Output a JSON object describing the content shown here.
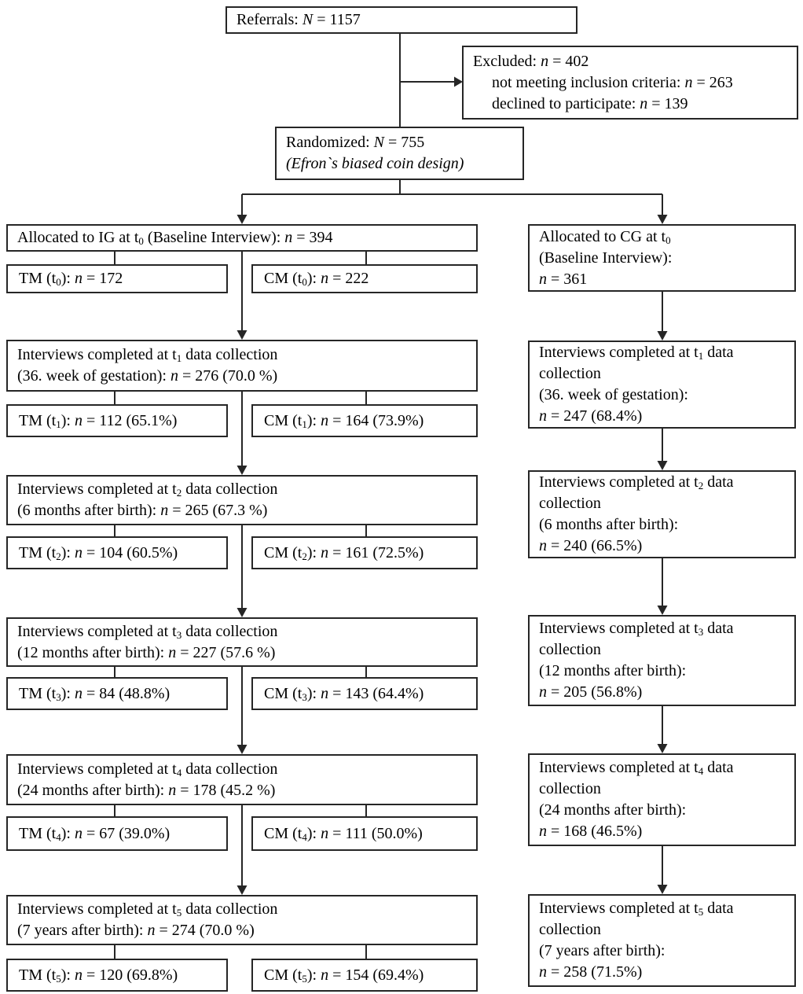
{
  "colors": {
    "line": "#262626",
    "background": "#ffffff",
    "text": "#000000"
  },
  "top": {
    "referrals": [
      {
        "seg": [
          {
            "t": "Referrals: "
          },
          {
            "t": "N",
            "i": 1
          },
          {
            "t": " = 1157"
          }
        ]
      }
    ],
    "excluded": [
      {
        "seg": [
          {
            "t": "Excluded: "
          },
          {
            "t": "n",
            "i": 1
          },
          {
            "t": " = 402"
          }
        ]
      },
      {
        "ind": 1,
        "seg": [
          {
            "t": "not meeting inclusion criteria: "
          },
          {
            "t": "n",
            "i": 1
          },
          {
            "t": " = 263"
          }
        ]
      },
      {
        "ind": 1,
        "seg": [
          {
            "t": "declined to participate: "
          },
          {
            "t": "n",
            "i": 1
          },
          {
            "t": " = 139"
          }
        ]
      }
    ],
    "randomized": [
      {
        "seg": [
          {
            "t": "Randomized: "
          },
          {
            "t": "N",
            "i": 1
          },
          {
            "t": " = 755"
          }
        ]
      },
      {
        "seg": [
          {
            "t": "(Efron`s biased coin design)",
            "i": 1
          }
        ]
      }
    ]
  },
  "ig": {
    "allocation": [
      {
        "seg": [
          {
            "t": "Allocated to IG at t"
          },
          {
            "t": "0",
            "s": 1
          },
          {
            "t": " (Baseline Interview): "
          },
          {
            "t": "n",
            "i": 1
          },
          {
            "t": " = 394"
          }
        ]
      }
    ],
    "t0_tm": [
      {
        "seg": [
          {
            "t": "TM (t"
          },
          {
            "t": "0",
            "s": 1
          },
          {
            "t": "): "
          },
          {
            "t": "n",
            "i": 1
          },
          {
            "t": " = 172"
          }
        ]
      }
    ],
    "t0_cm": [
      {
        "seg": [
          {
            "t": "CM (t"
          },
          {
            "t": "0",
            "s": 1
          },
          {
            "t": "): "
          },
          {
            "t": "n",
            "i": 1
          },
          {
            "t": " = 222"
          }
        ]
      }
    ],
    "rows": [
      {
        "main": [
          {
            "seg": [
              {
                "t": "Interviews completed at t"
              },
              {
                "t": "1",
                "s": 1
              },
              {
                "t": " data collection"
              }
            ]
          },
          {
            "seg": [
              {
                "t": "(36. week of gestation): "
              },
              {
                "t": "n",
                "i": 1
              },
              {
                "t": " = 276 (70.0 %)"
              }
            ]
          }
        ],
        "tm": [
          {
            "seg": [
              {
                "t": "TM (t"
              },
              {
                "t": "1",
                "s": 1
              },
              {
                "t": "): "
              },
              {
                "t": "n",
                "i": 1
              },
              {
                "t": " = 112 (65.1%)"
              }
            ]
          }
        ],
        "cm": [
          {
            "seg": [
              {
                "t": "CM (t"
              },
              {
                "t": "1",
                "s": 1
              },
              {
                "t": "): "
              },
              {
                "t": "n",
                "i": 1
              },
              {
                "t": " = 164 (73.9%)"
              }
            ]
          }
        ]
      },
      {
        "main": [
          {
            "seg": [
              {
                "t": "Interviews completed at t"
              },
              {
                "t": "2",
                "s": 1
              },
              {
                "t": " data collection"
              }
            ]
          },
          {
            "seg": [
              {
                "t": "(6 months after birth): "
              },
              {
                "t": "n",
                "i": 1
              },
              {
                "t": " = 265 (67.3 %)"
              }
            ]
          }
        ],
        "tm": [
          {
            "seg": [
              {
                "t": "TM (t"
              },
              {
                "t": "2",
                "s": 1
              },
              {
                "t": "): "
              },
              {
                "t": "n",
                "i": 1
              },
              {
                "t": " = 104 (60.5%)"
              }
            ]
          }
        ],
        "cm": [
          {
            "seg": [
              {
                "t": "CM (t"
              },
              {
                "t": "2",
                "s": 1
              },
              {
                "t": "): "
              },
              {
                "t": "n",
                "i": 1
              },
              {
                "t": " = 161 (72.5%)"
              }
            ]
          }
        ]
      },
      {
        "main": [
          {
            "seg": [
              {
                "t": "Interviews completed at t"
              },
              {
                "t": "3",
                "s": 1
              },
              {
                "t": " data collection"
              }
            ]
          },
          {
            "seg": [
              {
                "t": "(12 months after birth): "
              },
              {
                "t": "n",
                "i": 1
              },
              {
                "t": " = 227 (57.6 %)"
              }
            ]
          }
        ],
        "tm": [
          {
            "seg": [
              {
                "t": "TM (t"
              },
              {
                "t": "3",
                "s": 1
              },
              {
                "t": "): "
              },
              {
                "t": "n",
                "i": 1
              },
              {
                "t": " = 84 (48.8%)"
              }
            ]
          }
        ],
        "cm": [
          {
            "seg": [
              {
                "t": "CM (t"
              },
              {
                "t": "3",
                "s": 1
              },
              {
                "t": "): "
              },
              {
                "t": "n",
                "i": 1
              },
              {
                "t": " = 143 (64.4%)"
              }
            ]
          }
        ]
      },
      {
        "main": [
          {
            "seg": [
              {
                "t": "Interviews completed at t"
              },
              {
                "t": "4",
                "s": 1
              },
              {
                "t": " data collection"
              }
            ]
          },
          {
            "seg": [
              {
                "t": "(24 months after birth): "
              },
              {
                "t": "n",
                "i": 1
              },
              {
                "t": " = 178 (45.2 %)"
              }
            ]
          }
        ],
        "tm": [
          {
            "seg": [
              {
                "t": "TM (t"
              },
              {
                "t": "4",
                "s": 1
              },
              {
                "t": "): "
              },
              {
                "t": "n",
                "i": 1
              },
              {
                "t": " = 67 (39.0%)"
              }
            ]
          }
        ],
        "cm": [
          {
            "seg": [
              {
                "t": "CM (t"
              },
              {
                "t": "4",
                "s": 1
              },
              {
                "t": "): "
              },
              {
                "t": "n",
                "i": 1
              },
              {
                "t": " = 111 (50.0%)"
              }
            ]
          }
        ]
      },
      {
        "main": [
          {
            "seg": [
              {
                "t": "Interviews completed at t"
              },
              {
                "t": "5",
                "s": 1
              },
              {
                "t": " data collection"
              }
            ]
          },
          {
            "seg": [
              {
                "t": "(7 years after birth): "
              },
              {
                "t": "n",
                "i": 1
              },
              {
                "t": " = 274 (70.0 %)"
              }
            ]
          }
        ],
        "tm": [
          {
            "seg": [
              {
                "t": "TM (t"
              },
              {
                "t": "5",
                "s": 1
              },
              {
                "t": "): "
              },
              {
                "t": "n",
                "i": 1
              },
              {
                "t": " = 120 (69.8%)"
              }
            ]
          }
        ],
        "cm": [
          {
            "seg": [
              {
                "t": "CM (t"
              },
              {
                "t": "5",
                "s": 1
              },
              {
                "t": "): "
              },
              {
                "t": "n",
                "i": 1
              },
              {
                "t": " = 154 (69.4%)"
              }
            ]
          }
        ]
      }
    ]
  },
  "cg": {
    "allocation": [
      {
        "seg": [
          {
            "t": "Allocated to CG at t"
          },
          {
            "t": "0",
            "s": 1
          }
        ]
      },
      {
        "seg": [
          {
            "t": "(Baseline Interview):"
          }
        ]
      },
      {
        "seg": [
          {
            "t": "n",
            "i": 1
          },
          {
            "t": " = 361"
          }
        ]
      }
    ],
    "rows": [
      {
        "lines": [
          {
            "seg": [
              {
                "t": "Interviews completed at t"
              },
              {
                "t": "1",
                "s": 1
              },
              {
                "t": " data"
              }
            ]
          },
          {
            "seg": [
              {
                "t": "collection"
              }
            ]
          },
          {
            "seg": [
              {
                "t": "(36. week of gestation):"
              }
            ]
          },
          {
            "seg": [
              {
                "t": "n",
                "i": 1
              },
              {
                "t": " = 247 (68.4%)"
              }
            ]
          }
        ]
      },
      {
        "lines": [
          {
            "seg": [
              {
                "t": "Interviews completed at t"
              },
              {
                "t": "2",
                "s": 1
              },
              {
                "t": " data"
              }
            ]
          },
          {
            "seg": [
              {
                "t": "collection"
              }
            ]
          },
          {
            "seg": [
              {
                "t": "(6 months after birth):"
              }
            ]
          },
          {
            "seg": [
              {
                "t": "n",
                "i": 1
              },
              {
                "t": " = 240 (66.5%)"
              }
            ]
          }
        ]
      },
      {
        "lines": [
          {
            "seg": [
              {
                "t": "Interviews completed at t"
              },
              {
                "t": "3",
                "s": 1
              },
              {
                "t": " data"
              }
            ]
          },
          {
            "seg": [
              {
                "t": "collection"
              }
            ]
          },
          {
            "seg": [
              {
                "t": "(12 months after birth):"
              }
            ]
          },
          {
            "seg": [
              {
                "t": "n",
                "i": 1
              },
              {
                "t": " = 205 (56.8%)"
              }
            ]
          }
        ]
      },
      {
        "lines": [
          {
            "seg": [
              {
                "t": "Interviews completed at t"
              },
              {
                "t": "4",
                "s": 1
              },
              {
                "t": " data"
              }
            ]
          },
          {
            "seg": [
              {
                "t": "collection"
              }
            ]
          },
          {
            "seg": [
              {
                "t": "(24 months after birth):"
              }
            ]
          },
          {
            "seg": [
              {
                "t": "n",
                "i": 1
              },
              {
                "t": " = 168 (46.5%)"
              }
            ]
          }
        ]
      },
      {
        "lines": [
          {
            "seg": [
              {
                "t": "Interviews completed at t"
              },
              {
                "t": "5",
                "s": 1
              },
              {
                "t": " data"
              }
            ]
          },
          {
            "seg": [
              {
                "t": "collection"
              }
            ]
          },
          {
            "seg": [
              {
                "t": "(7 years after birth):"
              }
            ]
          },
          {
            "seg": [
              {
                "t": "n",
                "i": 1
              },
              {
                "t": " = 258 (71.5%)"
              }
            ]
          }
        ]
      }
    ]
  }
}
